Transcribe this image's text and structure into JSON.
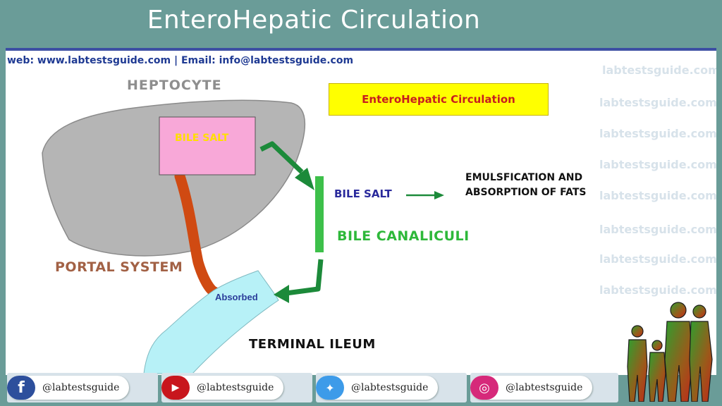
{
  "header": {
    "title": "EnteroHepatic Circulation"
  },
  "contact_line": "web:  www.labtestsguide.com   |  Email: info@labtestsguide.com",
  "watermark": "labtestsguide.com",
  "diagram": {
    "title_box": "EnteroHepatic Circulation",
    "hepatocyte_label": "HEPTOCYTE",
    "bile_salt_in_cell": "BILE SALT",
    "bile_salt_flow": "BILE SALT",
    "canaliculi_label": "BILE CANALICULI",
    "outcome_line1": "EMULSFICATION AND",
    "outcome_line2": "ABSORPTION OF FATS",
    "portal_label": "PORTAL SYSTEM",
    "absorbed_label": "Absorbed",
    "ileum_label": "TERMINAL ILEUM"
  },
  "social": [
    {
      "platform": "facebook",
      "icon": "facebook-icon",
      "color": "#2d4f9c",
      "glyph": "f",
      "handle": "@labtestsguide"
    },
    {
      "platform": "youtube",
      "icon": "youtube-icon",
      "color": "#c8161d",
      "glyph": "▶",
      "handle": "@labtestsguide"
    },
    {
      "platform": "twitter",
      "icon": "twitter-icon",
      "color": "#3d9be9",
      "glyph": "🐦",
      "handle": "@labtestsguide"
    },
    {
      "platform": "instagram",
      "icon": "instagram-icon",
      "color": "#d6297a",
      "glyph": "◎",
      "handle": "@labtestsguide"
    }
  ],
  "colors": {
    "background": "#6a9c98",
    "hepatocyte": "#b5b5b5",
    "bile_salt_box": "#f8a8d8",
    "portal_vessel": "#d04a12",
    "canaliculi": "#3dc04a",
    "ileum": "#b7f1f7",
    "arrow": "#1c8a3a"
  }
}
